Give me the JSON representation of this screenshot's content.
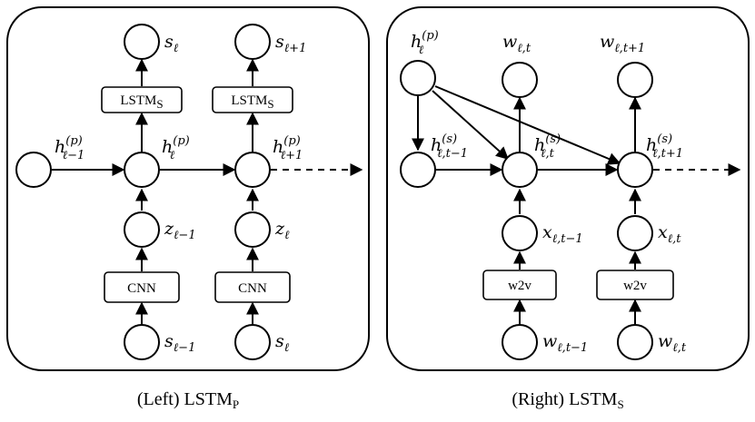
{
  "left_panel": {
    "caption": {
      "main": "(Left) LSTM",
      "sub": "P"
    },
    "boxes": {
      "lstm_1": {
        "main": "LSTM",
        "sub": "S"
      },
      "lstm_2": {
        "main": "LSTM",
        "sub": "S"
      },
      "cnn_1": "CNN",
      "cnn_2": "CNN"
    },
    "labels": {
      "s_top_1": {
        "base": "s",
        "sub": "ℓ",
        "sup": ""
      },
      "s_top_2": {
        "base": "s",
        "sub": "ℓ+1",
        "sup": ""
      },
      "h_prev": {
        "base": "h",
        "sub": "ℓ−1",
        "sup": "(p)"
      },
      "h_cur": {
        "base": "h",
        "sub": "ℓ",
        "sup": "(p)"
      },
      "h_next": {
        "base": "h",
        "sub": "ℓ+1",
        "sup": "(p)"
      },
      "z_1": {
        "base": "z",
        "sub": "ℓ−1",
        "sup": ""
      },
      "z_2": {
        "base": "z",
        "sub": "ℓ",
        "sup": ""
      },
      "s_bot_1": {
        "base": "s",
        "sub": "ℓ−1",
        "sup": ""
      },
      "s_bot_2": {
        "base": "s",
        "sub": "ℓ",
        "sup": ""
      }
    }
  },
  "right_panel": {
    "caption": {
      "main": "(Right) LSTM",
      "sub": "S"
    },
    "boxes": {
      "w2v_1": "w2v",
      "w2v_2": "w2v"
    },
    "labels": {
      "h_p": {
        "base": "h",
        "sub": "ℓ",
        "sup": "(p)"
      },
      "w_top_1": {
        "base": "w",
        "sub": "ℓ,t",
        "sup": ""
      },
      "w_top_2": {
        "base": "w",
        "sub": "ℓ,t+1",
        "sup": ""
      },
      "hs_prev": {
        "base": "h",
        "sub": "ℓ,t−1",
        "sup": "(s)"
      },
      "hs_cur": {
        "base": "h",
        "sub": "ℓ,t",
        "sup": "(s)"
      },
      "hs_next": {
        "base": "h",
        "sub": "ℓ,t+1",
        "sup": "(s)"
      },
      "x_1": {
        "base": "x",
        "sub": "ℓ,t−1",
        "sup": ""
      },
      "x_2": {
        "base": "x",
        "sub": "ℓ,t",
        "sup": ""
      },
      "w_bot_1": {
        "base": "w",
        "sub": "ℓ,t−1",
        "sup": ""
      },
      "w_bot_2": {
        "base": "w",
        "sub": "ℓ,t",
        "sup": ""
      }
    }
  }
}
